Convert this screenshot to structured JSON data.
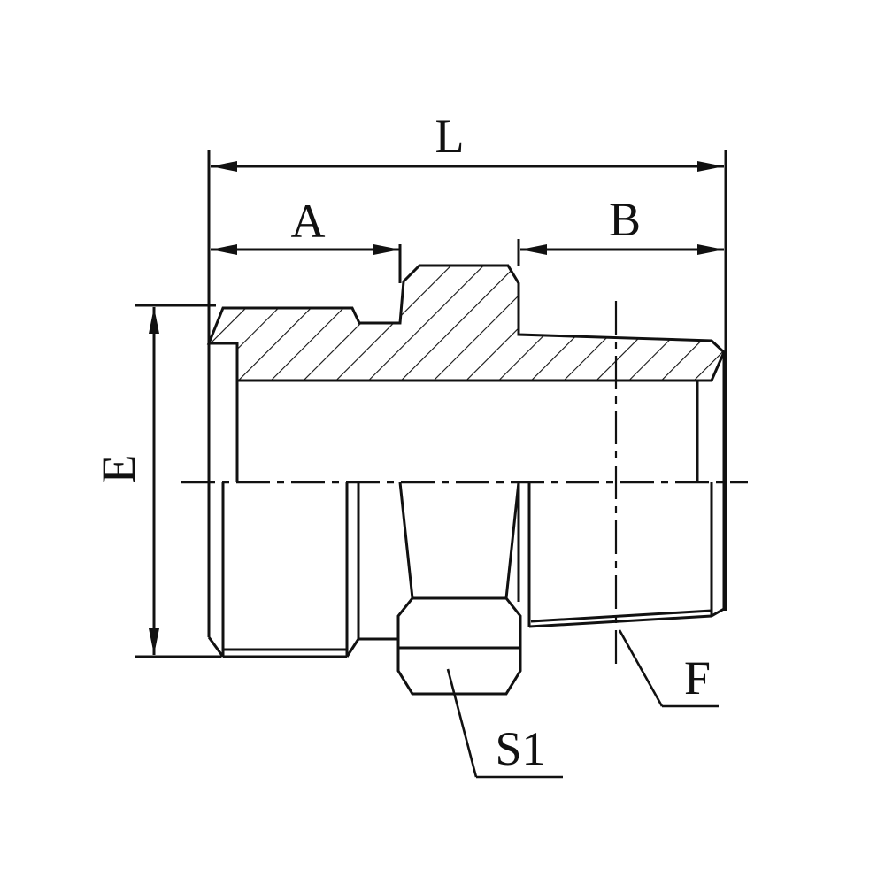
{
  "labels": {
    "L": "L",
    "A": "A",
    "B": "B",
    "E": "E",
    "F": "F",
    "S1": "S1"
  },
  "colors": {
    "line": "#111111",
    "background": "#ffffff"
  }
}
